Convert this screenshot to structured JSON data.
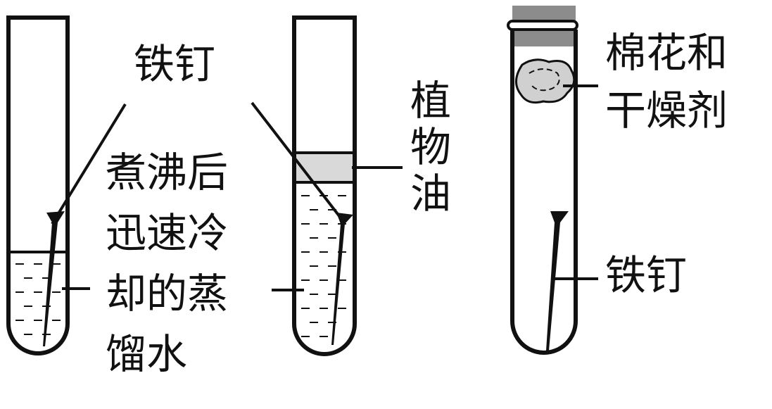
{
  "labels": {
    "nail_top": "铁钉",
    "boiled_water_line1": "煮沸后",
    "boiled_water_line2": "迅速冷",
    "boiled_water_line3": "却的蒸",
    "boiled_water_line4": "馏水",
    "vegetable_oil": "植物油",
    "cotton_line1": "棉花和",
    "cotton_line2": "干燥剂",
    "nail_right": "铁钉"
  },
  "colors": {
    "stroke": "#111111",
    "oil_fill": "#d9d9d9",
    "stopper_fill": "#8c8c8c",
    "cotton_fill": "#d0d0d0"
  }
}
